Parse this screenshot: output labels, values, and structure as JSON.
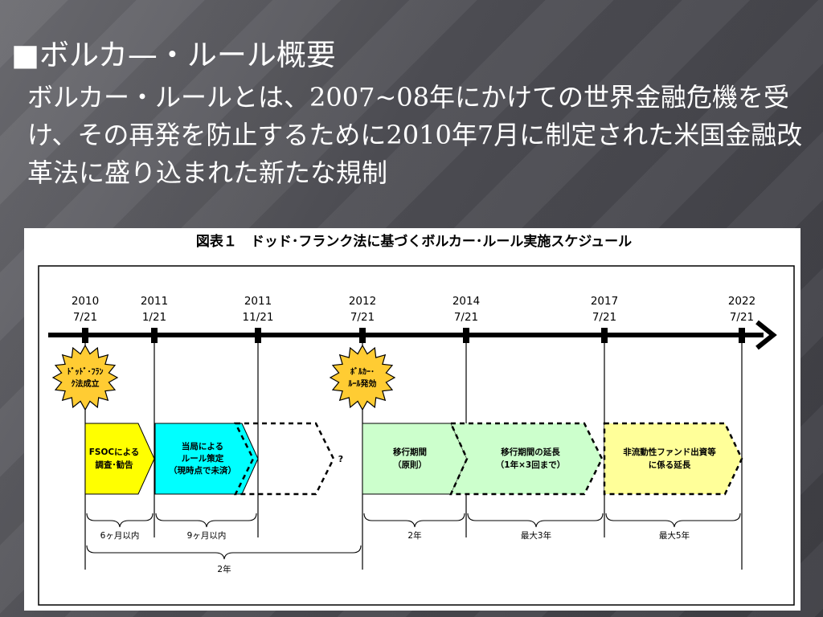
{
  "slide": {
    "title": "■ボルカ—・ルール概要",
    "body": "ボルカー・ルールとは、2007~08年にかけての世界金融危機を受け、その再発を防止するために2010年7月に制定された米国金融改革法に盛り込まれた新たな規制"
  },
  "figure": {
    "caption": "図表１　ドッド･フランク法に基づくボルカー･ルール実施スケジュール",
    "timeline": [
      {
        "year": "2010",
        "date": "7/21"
      },
      {
        "year": "2011",
        "date": "1/21"
      },
      {
        "year": "2011",
        "date": "11/21"
      },
      {
        "year": "2012",
        "date": "7/21"
      },
      {
        "year": "2014",
        "date": "7/21"
      },
      {
        "year": "2017",
        "date": "7/21"
      },
      {
        "year": "2022",
        "date": "7/21"
      }
    ],
    "bursts": [
      {
        "line1": "ﾄﾞｯﾄﾞ･ﾌﾗﾝ",
        "line2": "ｸ法成立"
      },
      {
        "line1": "ﾎﾞﾙｶｰ･",
        "line2": "ﾙｰﾙ発効"
      }
    ],
    "phases": [
      {
        "line1": "FSOCによる",
        "line2": "調査･勧告",
        "line3": ""
      },
      {
        "line1": "当局による",
        "line2": "ルール策定",
        "line3": "（現時点で未済）"
      },
      {
        "line1": "?",
        "line2": "",
        "line3": ""
      },
      {
        "line1": "移行期間",
        "line2": "（原則）",
        "line3": ""
      },
      {
        "line1": "移行期間の延長",
        "line2": "（1年×3回まで）",
        "line3": ""
      },
      {
        "line1": "非流動性ファンド出資等",
        "line2": "に係る延長",
        "line3": ""
      }
    ],
    "durations": [
      "6ヶ月以内",
      "9ヶ月以内",
      "2年",
      "最大3年",
      "最大5年",
      "2年"
    ],
    "colors": {
      "fsoc": "#ffff00",
      "rulemaking": "#00ffff",
      "transition": "#ccffcc",
      "extension": "#ffff99",
      "burst": "#ffcc33"
    }
  }
}
